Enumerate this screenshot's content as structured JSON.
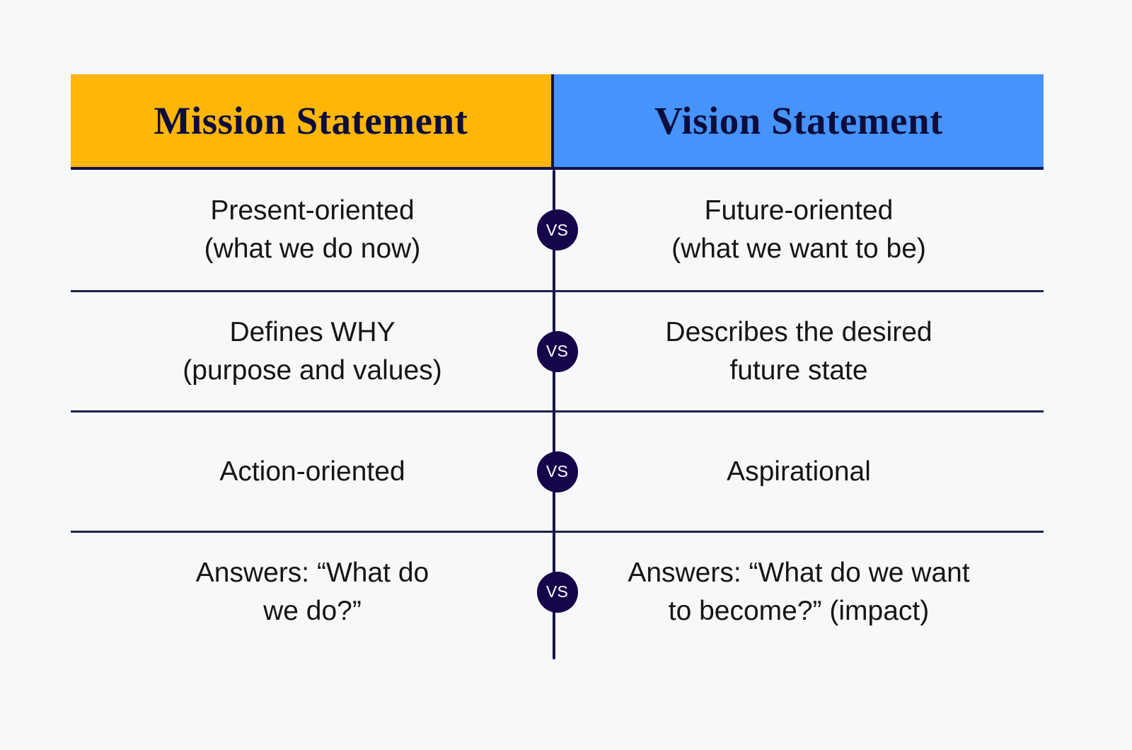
{
  "theme": {
    "background": "#F7F8F9",
    "mission_accent": "#FFB607",
    "vision_accent": "#4693FB",
    "ink": "#10114A",
    "body_text": "#151515",
    "badge_fill": "#16054A",
    "badge_text": "#FFFFFF"
  },
  "header": {
    "mission_title": "Mission Statement",
    "vision_title": "Vision Statement"
  },
  "comparison": {
    "separator_label": "vs",
    "rows": [
      {
        "mission": "Present-oriented\n(what we do now)",
        "vision": "Future-oriented\n(what we want to be)"
      },
      {
        "mission": "Defines WHY\n(purpose and values)",
        "vision": "Describes the desired\nfuture state"
      },
      {
        "mission": "Action-oriented",
        "vision": "Aspirational"
      },
      {
        "mission": "Answers: “What do\nwe do?”",
        "vision": "Answers: “What do we want\nto become?” (impact)"
      }
    ]
  }
}
